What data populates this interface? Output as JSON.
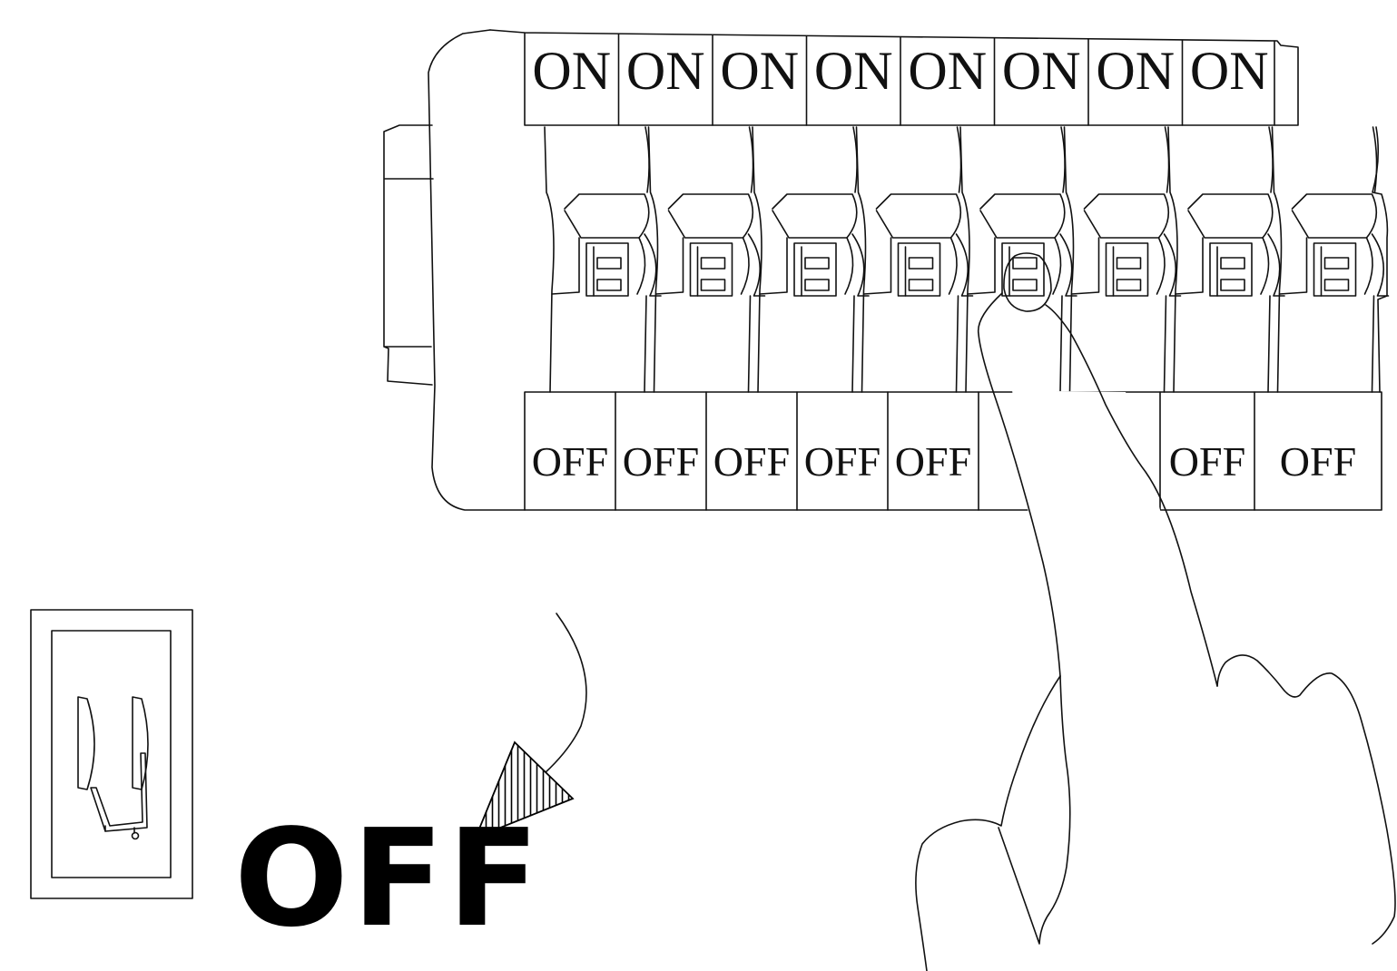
{
  "diagram": {
    "breaker_panel": {
      "on_labels": [
        "ON",
        "ON",
        "ON",
        "ON",
        "ON",
        "ON",
        "ON",
        "ON"
      ],
      "off_labels": [
        "OFF",
        "OFF",
        "OFF",
        "OFF",
        "OFF",
        "",
        "",
        "OFF",
        "OFF"
      ]
    },
    "legend": {
      "state_label": "OFF"
    },
    "colors": {
      "line": "#111111",
      "background": "#ffffff",
      "text_fill": "#000000"
    }
  }
}
